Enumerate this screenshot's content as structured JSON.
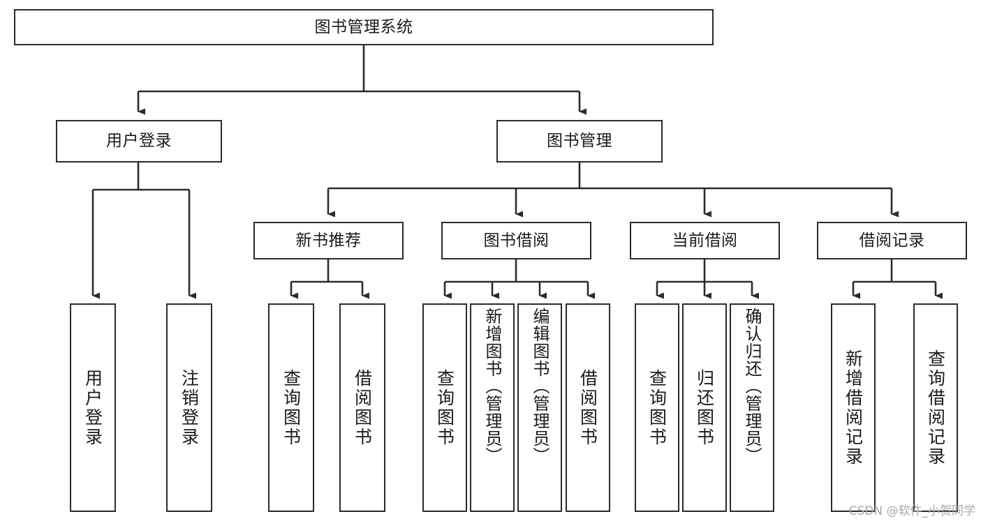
{
  "diagram": {
    "type": "tree",
    "title": "图书管理系统",
    "watermark": "CSDN @软件_小贺同学",
    "colors": {
      "border": "#2b2b2b",
      "background": "#ffffff",
      "text": "#1a1a1a",
      "watermark": "#a8a8a8"
    },
    "nodes": {
      "root": {
        "label": "图书管理系统"
      },
      "level2": [
        {
          "id": "user-login",
          "label": "用户登录"
        },
        {
          "id": "book-management",
          "label": "图书管理"
        }
      ],
      "level3": [
        {
          "id": "new-book-recommend",
          "label": "新书推荐"
        },
        {
          "id": "book-borrow",
          "label": "图书借阅"
        },
        {
          "id": "current-borrow",
          "label": "当前借阅"
        },
        {
          "id": "borrow-record",
          "label": "借阅记录"
        }
      ],
      "leaves": {
        "user-login": [
          {
            "id": "leaf-user-login",
            "label": "用户登录"
          },
          {
            "id": "leaf-logout",
            "label": "注销登录"
          }
        ],
        "new-book-recommend": [
          {
            "id": "leaf-query-book-1",
            "label": "查询图书"
          },
          {
            "id": "leaf-borrow-book-1",
            "label": "借阅图书"
          }
        ],
        "book-borrow": [
          {
            "id": "leaf-query-book-2",
            "label": "查询图书"
          },
          {
            "id": "leaf-add-book",
            "label": "新增图书（管理员）"
          },
          {
            "id": "leaf-edit-book",
            "label": "编辑图书（管理员）"
          },
          {
            "id": "leaf-borrow-book-2",
            "label": "借阅图书"
          }
        ],
        "current-borrow": [
          {
            "id": "leaf-query-book-3",
            "label": "查询图书"
          },
          {
            "id": "leaf-return-book",
            "label": "归还图书"
          },
          {
            "id": "leaf-confirm-return",
            "label": "确认归还（管理员）"
          }
        ],
        "borrow-record": [
          {
            "id": "leaf-add-record",
            "label": "新增借阅记录"
          },
          {
            "id": "leaf-query-record",
            "label": "查询借阅记录"
          }
        ]
      }
    }
  }
}
